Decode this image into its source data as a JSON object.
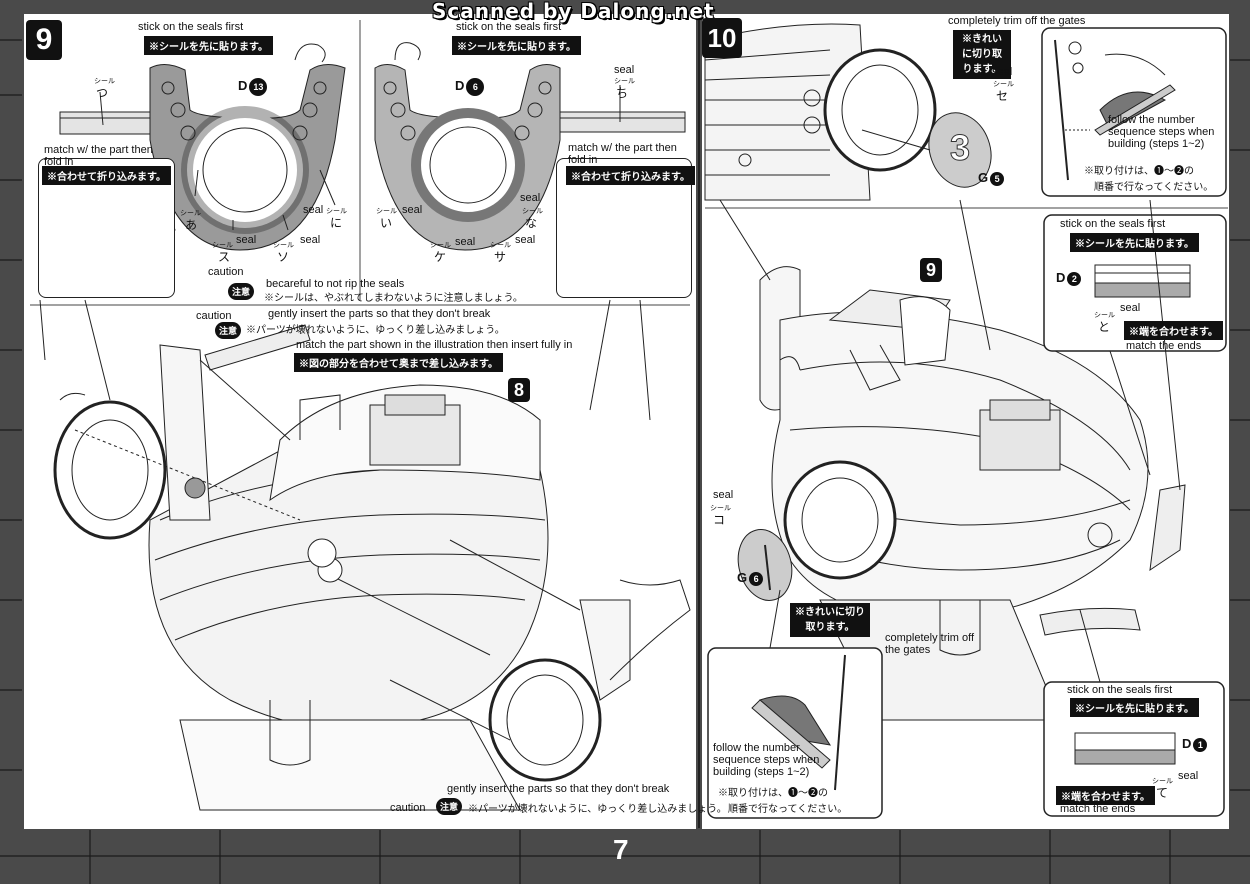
{
  "header": {
    "scan_credit": "Scanned by Dalong.net"
  },
  "footer": {
    "page_number": "7"
  },
  "step9": {
    "number": "9",
    "left_part": {
      "seal_note_en": "stick on the seals first",
      "seal_note_jp": "※シールを先に貼ります。",
      "part_id": "D",
      "part_no": "13"
    },
    "right_part": {
      "seal_note_en": "stick on the seals first",
      "seal_note_jp": "※シールを先に貼ります。",
      "part_id": "D",
      "part_no": "6"
    },
    "kana_tsu": "つ",
    "kana_chi": "ち",
    "kana_a": "あ",
    "kana_su": "ス",
    "kana_so": "ソ",
    "kana_ni": "に",
    "kana_i": "い",
    "kana_ke": "ケ",
    "kana_sa": "サ",
    "kana_na": "な",
    "seal_word": "seal",
    "seal_jp": "シール",
    "fold_en": "match w/ the part then fold in",
    "fold_jp": "※合わせて折り込みます。",
    "caution_en": "caution",
    "caution_badge": "注意",
    "rip_en": "becareful to not rip the seals",
    "rip_jp": "※シールは、やぶれてしまわないように注意しましょう。"
  },
  "step8": {
    "number": "8",
    "insert_en": "gently insert the parts so that they don't break",
    "insert_jp": "※パーツが壊れないように、ゆっくり差し込みましょう。",
    "caution_en": "caution",
    "caution_badge": "注意",
    "match_en": "match the part shown in the illustration then insert fully in",
    "match_jp": "※図の部分を合わせて奥まで差し込みます。",
    "insert2_en": "gently insert the parts so that they don't break",
    "insert2_jp": "※パーツが壊れないように、ゆっくり差し込みましょう。"
  },
  "step10": {
    "number": "10",
    "trim_en": "completely trim off the gates",
    "trim_jp": "※きれいに切り取ります。",
    "seal_en": "seal",
    "seal_jp": "シール",
    "kana_se": "セ",
    "part_g": "G",
    "part_g_no": "5",
    "sequence_en": "follow the number sequence steps when building (steps 1~2)",
    "sequence_jp1": "※取り付けは、❶～❷の",
    "sequence_jp2": "順番で行なってください。",
    "inner_step": "9",
    "d2_seal_en": "stick on the seals first",
    "d2_seal_jp": "※シールを先に貼ります。",
    "d2_part": "D",
    "d2_no": "2",
    "d2_kana": "と",
    "d2_seal_word": "seal",
    "ends_jp": "※端を合わせます。",
    "ends_en": "match the ends",
    "ko_seal": "seal",
    "ko_kana": "コ",
    "g6": "G",
    "g6_no": "6",
    "trim2_jp": "※きれいに切り取ります。",
    "trim2_en": "completely trim off the gates",
    "seq2_en": "follow the number sequence steps when building (steps 1~2)",
    "seq2_jp1": "※取り付けは、❶～❷の",
    "seq2_jp2": "順番で行なってください。",
    "d1_seal_en": "stick on the seals first",
    "d1_seal_jp": "※シールを先に貼ります。",
    "d1_part": "D",
    "d1_no": "1",
    "d1_kana": "て",
    "d1_seal_word": "seal",
    "ends2_jp": "※端を合わせます。",
    "ends2_en": "match the ends"
  }
}
